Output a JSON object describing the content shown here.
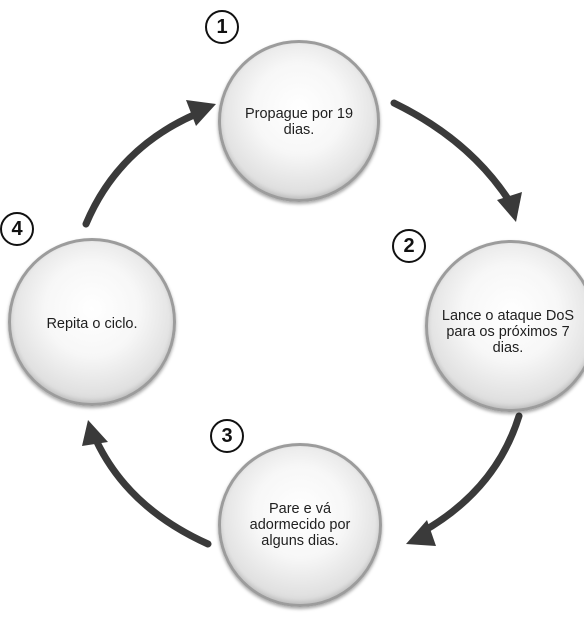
{
  "steps": [
    {
      "number": "1",
      "lines": [
        "Propague por 19",
        "dias."
      ]
    },
    {
      "number": "2",
      "lines": [
        "Lance o ataque DoS",
        "para os próximos 7",
        "dias."
      ]
    },
    {
      "number": "3",
      "lines": [
        "Pare e vá",
        "adormecido por",
        "alguns dias."
      ]
    },
    {
      "number": "4",
      "lines": [
        "Repita o ciclo."
      ]
    }
  ],
  "colors": {
    "arrow": "#3a3a3a",
    "circle_border": "#9c9c9c",
    "text": "#1f1f1f"
  }
}
